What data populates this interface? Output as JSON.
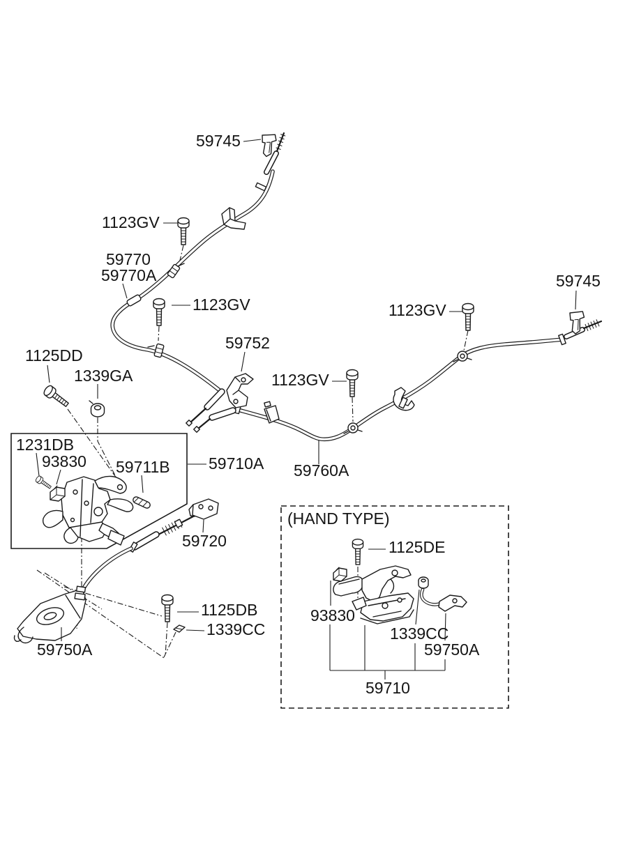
{
  "colors": {
    "background": "#ffffff",
    "line": "#1a1a1a",
    "text": "#141414"
  },
  "callouts": [
    {
      "id": "59745-top",
      "text": "59745"
    },
    {
      "id": "1123GV-upper-left",
      "text": "1123GV"
    },
    {
      "id": "59770",
      "text": "59770"
    },
    {
      "id": "59770A",
      "text": "59770A"
    },
    {
      "id": "1123GV-left",
      "text": "1123GV"
    },
    {
      "id": "59745-right",
      "text": "59745"
    },
    {
      "id": "1123GV-right",
      "text": "1123GV"
    },
    {
      "id": "1125DD",
      "text": "1125DD"
    },
    {
      "id": "1339GA",
      "text": "1339GA"
    },
    {
      "id": "59752",
      "text": "59752"
    },
    {
      "id": "1123GV-center",
      "text": "1123GV"
    },
    {
      "id": "1231DB",
      "text": "1231DB"
    },
    {
      "id": "93830-pedal",
      "text": "93830"
    },
    {
      "id": "59711B",
      "text": "59711B"
    },
    {
      "id": "59710A",
      "text": "59710A"
    },
    {
      "id": "59760A",
      "text": "59760A"
    },
    {
      "id": "59720",
      "text": "59720"
    },
    {
      "id": "hand-type-caption",
      "text": "(HAND TYPE)"
    },
    {
      "id": "1125DE",
      "text": "1125DE"
    },
    {
      "id": "93830-hand",
      "text": "93830"
    },
    {
      "id": "1339CC-hand",
      "text": "1339CC"
    },
    {
      "id": "59750A-hand",
      "text": "59750A"
    },
    {
      "id": "59710",
      "text": "59710"
    },
    {
      "id": "1125DB",
      "text": "1125DB"
    },
    {
      "id": "1339CC-floor",
      "text": "1339CC"
    },
    {
      "id": "59750A-floor",
      "text": "59750A"
    }
  ]
}
